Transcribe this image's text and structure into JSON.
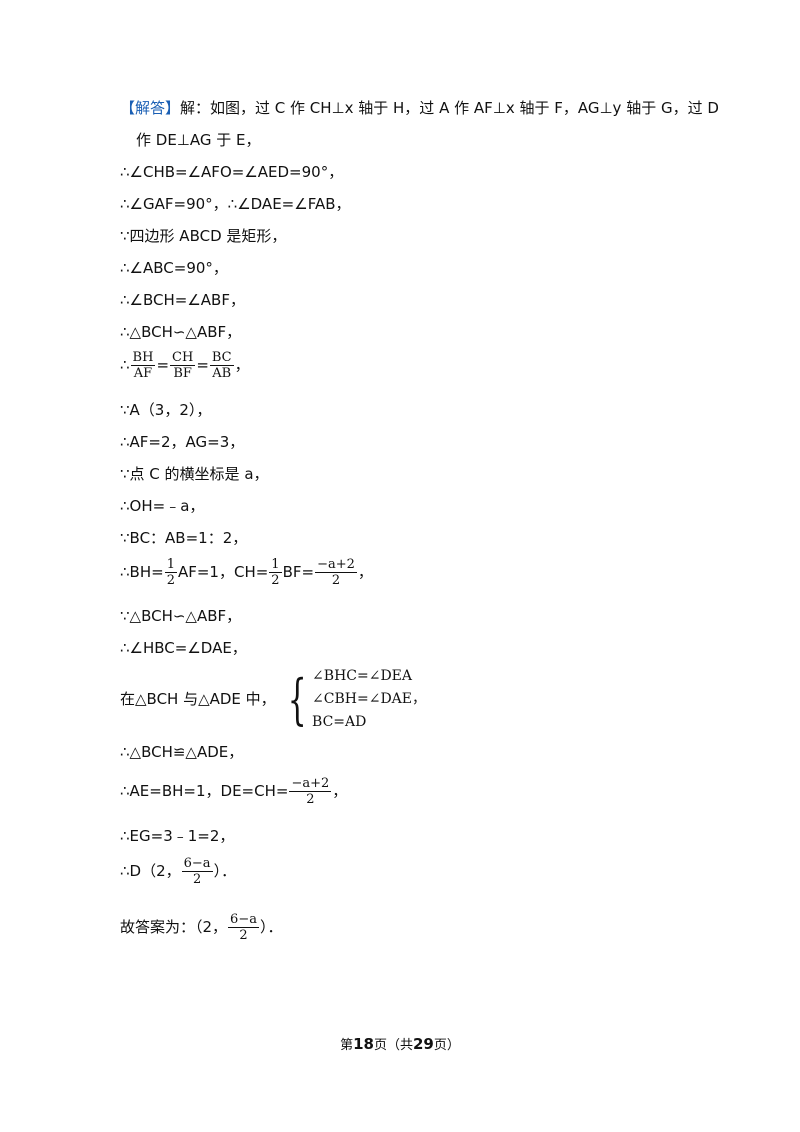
{
  "solution": {
    "tag": "【解答】",
    "l1": "解：如图，过 C 作 CH⊥x 轴于 H，过 A 作 AF⊥x 轴于 F，AG⊥y 轴于 G，过 D",
    "l2": "作 DE⊥AG 于 E，",
    "l3": "∴∠CHB=∠AFO=∠AED=90°，",
    "l4": "∴∠GAF=90°，∴∠DAE=∠FAB，",
    "l5": "∵四边形 ABCD 是矩形，",
    "l6": "∴∠ABC=90°，",
    "l7": "∴∠BCH=∠ABF，",
    "l8": "∴△BCH∽△ABF，",
    "l9": {
      "pre": "∴",
      "f1n": "BH",
      "f1d": "AF",
      "eq1": "=",
      "f2n": "CH",
      "f2d": "BF",
      "eq2": "=",
      "f3n": "BC",
      "f3d": "AB",
      "post": "，"
    },
    "l10": "∵A（3，2），",
    "l11": "∴AF=2，AG=3，",
    "l12": "∵点 C 的横坐标是 a，",
    "l13": "∴OH=﹣a，",
    "l14": "∵BC：AB=1：2，",
    "l15": {
      "pre": "∴BH=",
      "f1n": "1",
      "f1d": "2",
      "mid1": "AF=1，CH=",
      "f2n": "1",
      "f2d": "2",
      "mid2": "BF=",
      "f3n": "−a+2",
      "f3d": "2",
      "post": "，"
    },
    "l16": "∵△BCH∽△ABF，",
    "l17": "∴∠HBC=∠DAE，",
    "l18": {
      "pre": "在△BCH 与△ADE 中，",
      "r1": "∠BHC=∠DEA",
      "r2": "∠CBH=∠DAE，",
      "r3": "BC=AD"
    },
    "l19": "∴△BCH≌△ADE，",
    "l20": {
      "pre": "∴AE=BH=1，DE=CH=",
      "fn": "−a+2",
      "fd": "2",
      "post": "，"
    },
    "l21": "∴EG=3﹣1=2，",
    "l22": {
      "pre": "∴D（2，",
      "fn": "6−a",
      "fd": "2",
      "post": "）．"
    },
    "l23": {
      "pre": "故答案为：（2，",
      "fn": "6−a",
      "fd": "2",
      "post": "）．"
    }
  },
  "footer": {
    "pre": "第",
    "page": "18",
    "mid": "页（共",
    "total": "29",
    "post": "页）"
  }
}
